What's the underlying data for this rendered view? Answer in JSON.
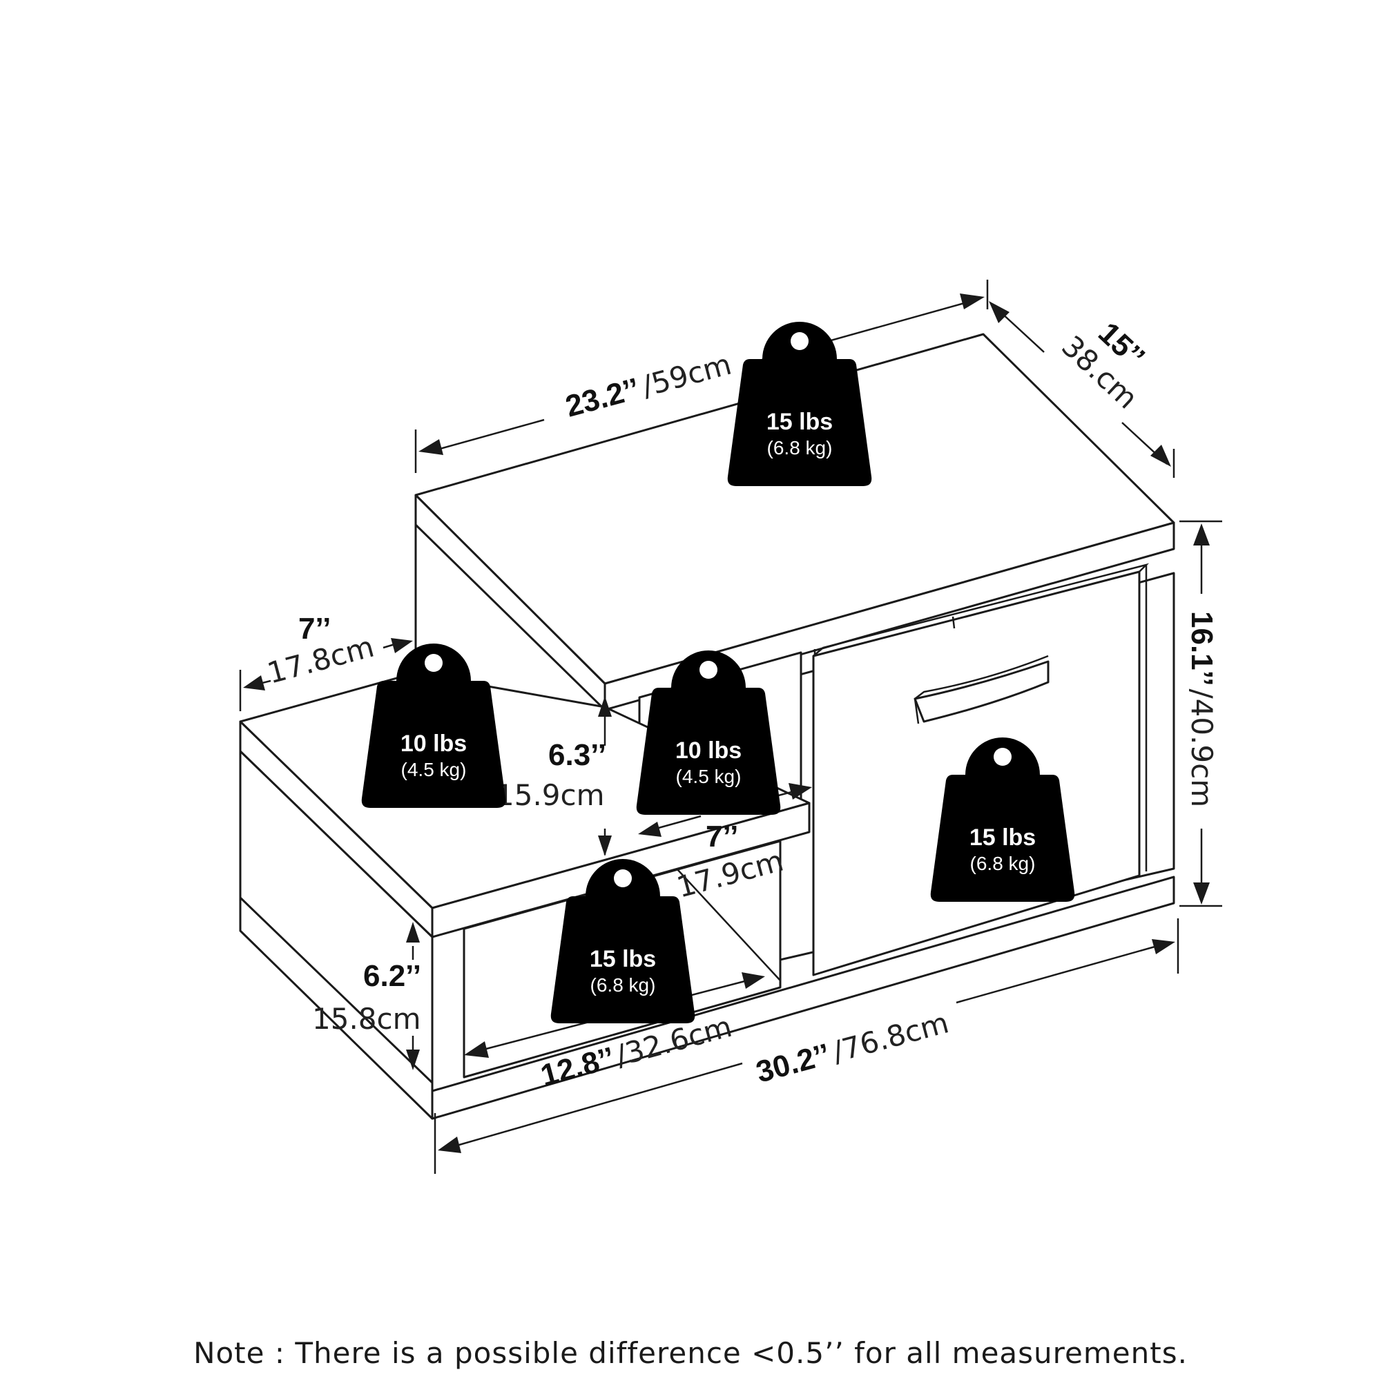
{
  "dimensions": {
    "top_width": {
      "imperial": "23.2’’",
      "metric": "/59cm"
    },
    "depth": {
      "imperial": "15’’",
      "metric": "38.cm"
    },
    "total_height": {
      "imperial": "16.1’’",
      "metric": "/40.9cm"
    },
    "total_width": {
      "imperial": "30.2’’",
      "metric": "/76.8cm"
    },
    "inner_width": {
      "imperial": "12.8’’",
      "metric": "/32.6cm"
    },
    "lower_shelf_height": {
      "imperial": "6.2’’",
      "metric": "15.8cm"
    },
    "upper_cubby_height": {
      "imperial": "6.3’’",
      "metric": "15.9cm"
    },
    "step_depth": {
      "imperial": "7’’",
      "metric": "17.8cm"
    },
    "cubby_width": {
      "imperial": "7’’",
      "metric": "17.9cm"
    }
  },
  "weights": [
    {
      "lbs": "15 lbs",
      "kg": "(6.8 kg)"
    },
    {
      "lbs": "10 lbs",
      "kg": "(4.5 kg)"
    },
    {
      "lbs": "10 lbs",
      "kg": "(4.5 kg)"
    },
    {
      "lbs": "15 lbs",
      "kg": "(6.8 kg)"
    },
    {
      "lbs": "15 lbs",
      "kg": "(6.8 kg)"
    }
  ],
  "note": "Note : There is a possible difference <0.5’’ for all measurements."
}
